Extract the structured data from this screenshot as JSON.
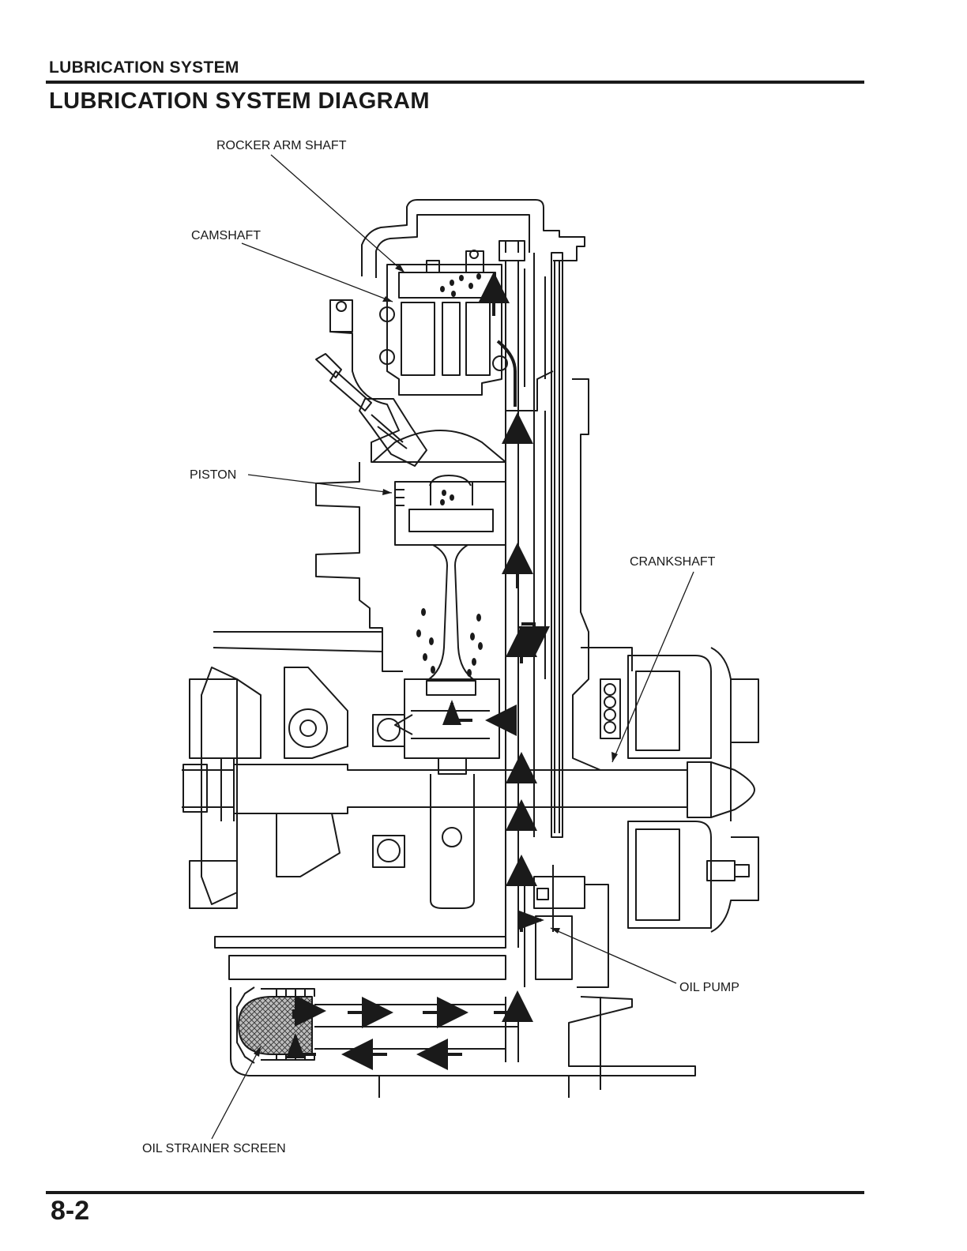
{
  "header": {
    "section": "LUBRICATION SYSTEM",
    "title": "LUBRICATION SYSTEM DIAGRAM"
  },
  "labels": {
    "rocker_arm_shaft": "ROCKER ARM SHAFT",
    "camshaft": "CAMSHAFT",
    "piston": "PISTON",
    "crankshaft": "CRANKSHAFT",
    "oil_pump": "OIL PUMP",
    "oil_strainer_screen": "OIL STRAINER SCREEN"
  },
  "footer": {
    "page_number": "8-2"
  }
}
